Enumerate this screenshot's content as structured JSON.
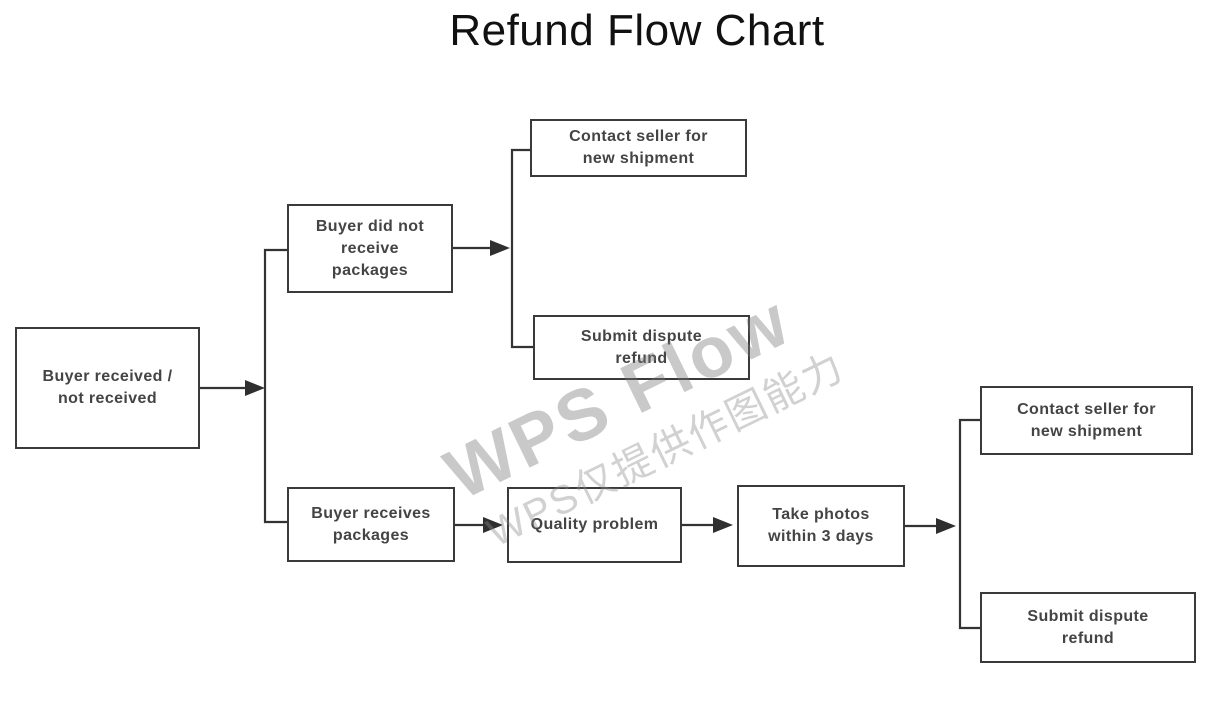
{
  "title": "Refund Flow Chart",
  "watermark": {
    "line1": "WPS Flow",
    "line2": "WPS仅提供作图能力"
  },
  "colors": {
    "background": "#ffffff",
    "box_fill": "#ffffff",
    "box_border": "#3a3a3a",
    "box_text": "#444444",
    "connector_line": "#333333",
    "title_text": "#111111",
    "watermark_text": "#8c8c8c"
  },
  "nodes": {
    "received": {
      "label": "Buyer received /\nnot received"
    },
    "did_not_receive": {
      "label": "Buyer did not\nreceive\npackages"
    },
    "contact_seller_top": {
      "label": "Contact seller for\nnew shipment"
    },
    "submit_dispute_top": {
      "label": "Submit dispute\nrefund"
    },
    "receives": {
      "label": "Buyer receives\npackages"
    },
    "quality": {
      "label": "Quality problem"
    },
    "take_photos": {
      "label": "Take photos\nwithin 3 days"
    },
    "contact_seller_right": {
      "label": "Contact seller for\nnew shipment"
    },
    "submit_dispute_right": {
      "label": "Submit dispute\nrefund"
    }
  },
  "edges": [
    {
      "from": "Buyer received / not received",
      "to": "Buyer did not receive packages"
    },
    {
      "from": "Buyer received / not received",
      "to": "Buyer receives packages"
    },
    {
      "from": "Buyer did not receive packages",
      "to": "Contact seller for new shipment"
    },
    {
      "from": "Buyer did not receive packages",
      "to": "Submit dispute refund"
    },
    {
      "from": "Buyer receives packages",
      "to": "Quality problem"
    },
    {
      "from": "Quality problem",
      "to": "Take photos within 3 days"
    },
    {
      "from": "Take photos within 3 days",
      "to": "Contact seller for new shipment"
    },
    {
      "from": "Take photos within 3 days",
      "to": "Submit dispute refund"
    }
  ]
}
